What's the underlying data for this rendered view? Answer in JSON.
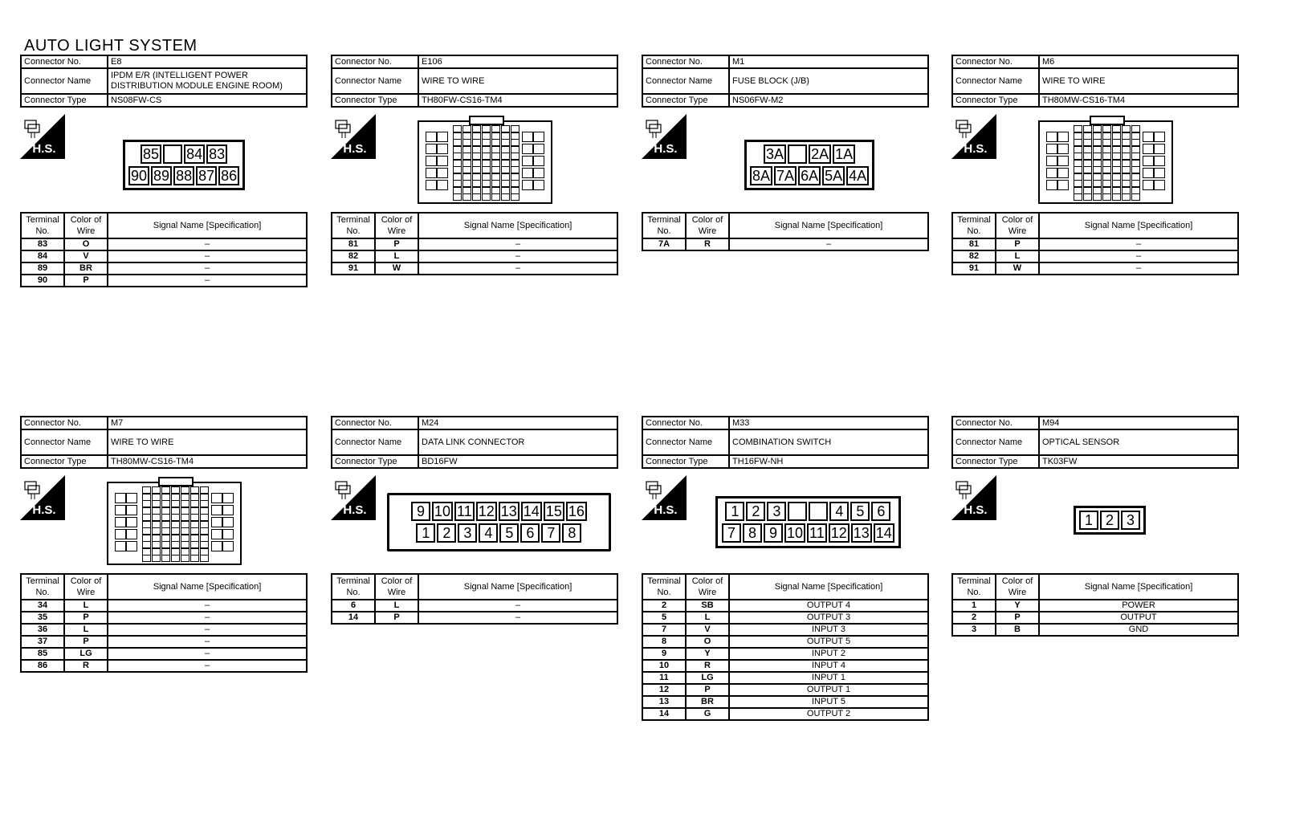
{
  "title": "AUTO LIGHT SYSTEM",
  "labels": {
    "connector_no": "Connector No.",
    "connector_name": "Connector Name",
    "connector_type": "Connector Type",
    "hs": "H.S.",
    "terminal_no": "Terminal No.",
    "color_of_wire": "Color of Wire",
    "signal_name": "Signal Name [Specification]"
  },
  "connectors": [
    {
      "no": "E8",
      "name": "IPDM E/R (INTELLIGENT POWER DISTRIBUTION MODULE ENGINE ROOM)",
      "type": "NS08FW-CS",
      "face": {
        "top": [
          "85",
          "",
          "84",
          "83"
        ],
        "bottom": [
          "90",
          "89",
          "88",
          "87",
          "86"
        ]
      },
      "rows": [
        [
          "83",
          "O",
          "–"
        ],
        [
          "84",
          "V",
          "–"
        ],
        [
          "89",
          "BR",
          "–"
        ],
        [
          "90",
          "P",
          "–"
        ]
      ]
    },
    {
      "no": "E106",
      "name": "WIRE TO WIRE",
      "type": "TH80FW-CS16-TM4",
      "rows": [
        [
          "81",
          "P",
          "–"
        ],
        [
          "82",
          "L",
          "–"
        ],
        [
          "91",
          "W",
          "–"
        ]
      ]
    },
    {
      "no": "M1",
      "name": "FUSE BLOCK (J/B)",
      "type": "NS06FW-M2",
      "face": {
        "top": [
          "3A",
          "",
          "2A",
          "1A"
        ],
        "bottom": [
          "8A",
          "7A",
          "6A",
          "5A",
          "4A"
        ]
      },
      "rows": [
        [
          "7A",
          "R",
          "–"
        ]
      ]
    },
    {
      "no": "M6",
      "name": "WIRE TO WIRE",
      "type": "TH80MW-CS16-TM4",
      "rows": [
        [
          "81",
          "P",
          "–"
        ],
        [
          "82",
          "L",
          "–"
        ],
        [
          "91",
          "W",
          "–"
        ]
      ]
    },
    {
      "no": "M7",
      "name": "WIRE TO WIRE",
      "type": "TH80MW-CS16-TM4",
      "rows": [
        [
          "34",
          "L",
          "–"
        ],
        [
          "35",
          "P",
          "–"
        ],
        [
          "36",
          "L",
          "–"
        ],
        [
          "37",
          "P",
          "–"
        ],
        [
          "85",
          "LG",
          "–"
        ],
        [
          "86",
          "R",
          "–"
        ]
      ]
    },
    {
      "no": "M24",
      "name": "DATA LINK CONNECTOR",
      "type": "BD16FW",
      "face": {
        "top": [
          "9",
          "10",
          "11",
          "12",
          "13",
          "14",
          "15",
          "16"
        ],
        "bottom": [
          "1",
          "2",
          "3",
          "4",
          "5",
          "6",
          "7",
          "8"
        ]
      },
      "rows": [
        [
          "6",
          "L",
          "–"
        ],
        [
          "14",
          "P",
          "–"
        ]
      ]
    },
    {
      "no": "M33",
      "name": "COMBINATION SWITCH",
      "type": "TH16FW-NH",
      "face": {
        "top": [
          "1",
          "2",
          "3",
          "",
          "",
          "4",
          "5",
          "6"
        ],
        "bottom": [
          "7",
          "8",
          "9",
          "10",
          "11",
          "12",
          "13",
          "14"
        ]
      },
      "rows": [
        [
          "2",
          "SB",
          "OUTPUT 4"
        ],
        [
          "5",
          "L",
          "OUTPUT 3"
        ],
        [
          "7",
          "V",
          "INPUT 3"
        ],
        [
          "8",
          "O",
          "OUTPUT 5"
        ],
        [
          "9",
          "Y",
          "INPUT 2"
        ],
        [
          "10",
          "R",
          "INPUT 4"
        ],
        [
          "11",
          "LG",
          "INPUT 1"
        ],
        [
          "12",
          "P",
          "OUTPUT 1"
        ],
        [
          "13",
          "BR",
          "INPUT 5"
        ],
        [
          "14",
          "G",
          "OUTPUT 2"
        ]
      ]
    },
    {
      "no": "M94",
      "name": "OPTICAL SENSOR",
      "type": "TK03FW",
      "face": {
        "top": [
          "1",
          "2",
          "3"
        ]
      },
      "rows": [
        [
          "1",
          "Y",
          "POWER"
        ],
        [
          "2",
          "P",
          "OUTPUT"
        ],
        [
          "3",
          "B",
          "GND"
        ]
      ]
    }
  ]
}
